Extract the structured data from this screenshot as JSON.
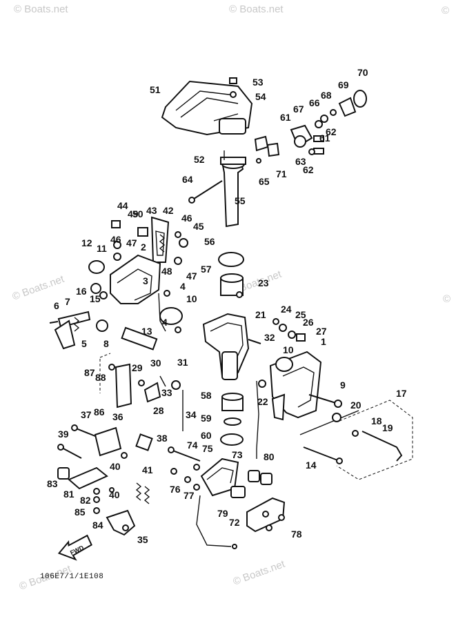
{
  "diagram": {
    "drawing_code": "106E7/1/1E108",
    "direction_arrow_label": "FWD",
    "watermark_text": "© Boats.net",
    "part_numbers": [
      "1",
      "2",
      "3",
      "4",
      "4",
      "5",
      "6",
      "7",
      "8",
      "9",
      "10",
      "10",
      "11",
      "12",
      "13",
      "14",
      "15",
      "16",
      "17",
      "18",
      "19",
      "20",
      "21",
      "22",
      "23",
      "24",
      "25",
      "26",
      "27",
      "28",
      "29",
      "30",
      "31",
      "32",
      "33",
      "34",
      "35",
      "36",
      "37",
      "38",
      "39",
      "40",
      "40",
      "41",
      "42",
      "43",
      "44",
      "45",
      "46",
      "46",
      "47",
      "47",
      "48",
      "49",
      "50",
      "51",
      "52",
      "53",
      "54",
      "55",
      "56",
      "57",
      "58",
      "59",
      "60",
      "61",
      "61",
      "62",
      "62",
      "63",
      "64",
      "65",
      "66",
      "67",
      "68",
      "69",
      "70",
      "71",
      "72",
      "73",
      "74",
      "75",
      "76",
      "77",
      "78",
      "79",
      "80",
      "81",
      "82",
      "83",
      "84",
      "85",
      "86",
      "87",
      "88"
    ]
  }
}
